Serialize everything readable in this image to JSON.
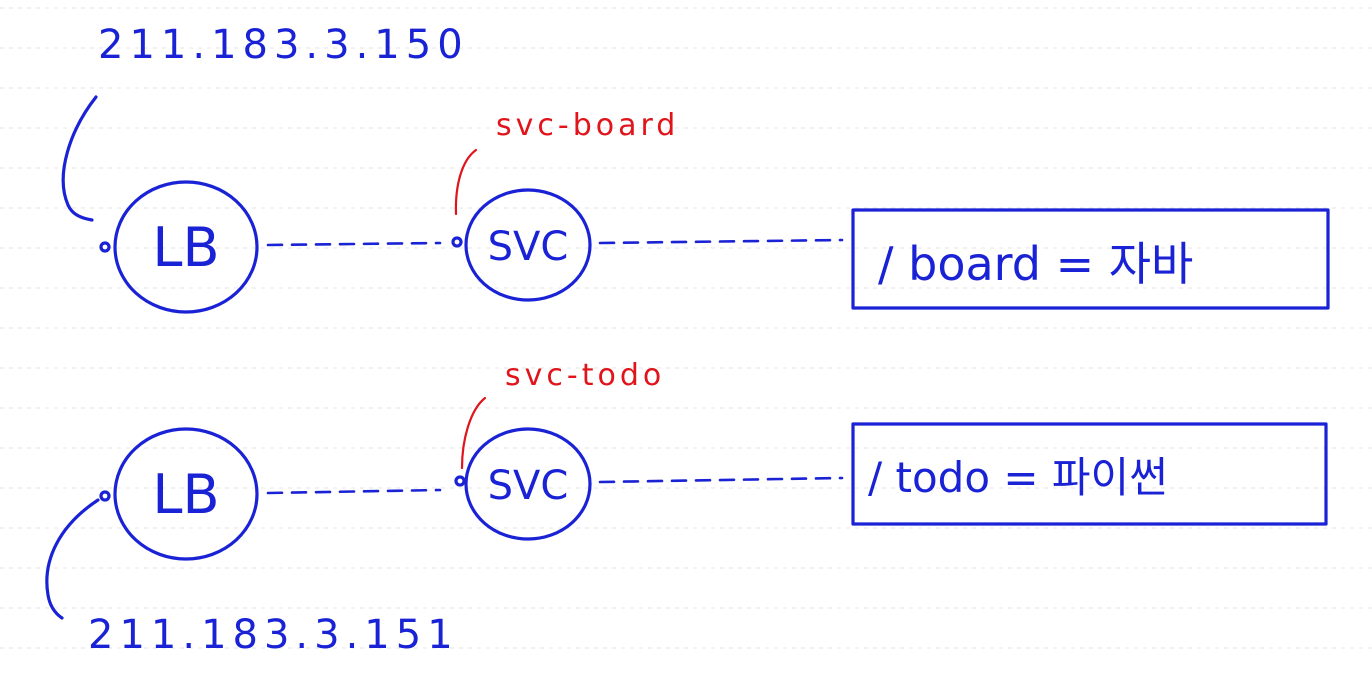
{
  "diagram": {
    "ips": {
      "top": "211.183.3.150",
      "bottom": "211.183.3.151"
    },
    "nodes": {
      "lb_top": "LB",
      "lb_bottom": "LB",
      "svc_top": "SVC",
      "svc_bottom": "SVC"
    },
    "service_labels": {
      "top": "svc-board",
      "bottom": "svc-todo"
    },
    "routes": {
      "board": "/ board  =  자바",
      "todo": "/ todo  =  파이썬"
    },
    "colors": {
      "ink": "#1a22d6",
      "annotation": "#e0141b"
    }
  }
}
